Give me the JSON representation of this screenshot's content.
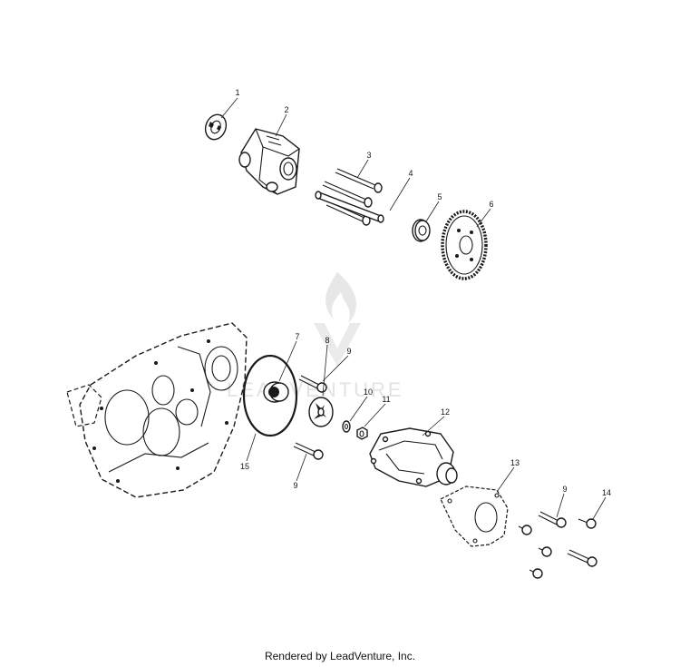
{
  "diagram": {
    "watermark_text": "LEADVENTURE",
    "callouts": [
      {
        "id": "c1",
        "label": "1"
      },
      {
        "id": "c2",
        "label": "2"
      },
      {
        "id": "c3",
        "label": "3"
      },
      {
        "id": "c4",
        "label": "4"
      },
      {
        "id": "c5",
        "label": "5"
      },
      {
        "id": "c6",
        "label": "6"
      },
      {
        "id": "c7",
        "label": "7"
      },
      {
        "id": "c8",
        "label": "8"
      },
      {
        "id": "c9a",
        "label": "9"
      },
      {
        "id": "c10",
        "label": "10"
      },
      {
        "id": "c11",
        "label": "11"
      },
      {
        "id": "c12",
        "label": "12"
      },
      {
        "id": "c13",
        "label": "13"
      },
      {
        "id": "c9b",
        "label": "9"
      },
      {
        "id": "c15",
        "label": "15"
      },
      {
        "id": "c9c",
        "label": "9"
      },
      {
        "id": "c14",
        "label": "14"
      }
    ]
  },
  "footer": {
    "credit": "Rendered by LeadVenture, Inc."
  }
}
